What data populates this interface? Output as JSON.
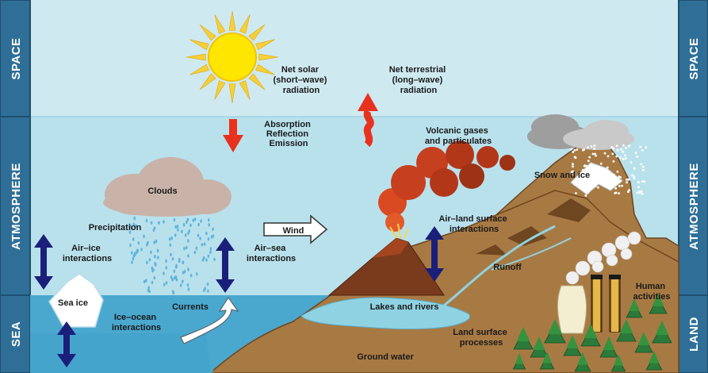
{
  "zones": {
    "left": [
      "SPACE",
      "ATMOSPHERE",
      "SEA"
    ],
    "right": [
      "SPACE",
      "ATMOSPHERE",
      "LAND"
    ]
  },
  "labels": {
    "net_solar": [
      "Net solar",
      "(short–wave)",
      "radiation"
    ],
    "net_terrestrial": [
      "Net terrestrial",
      "(long–wave)",
      "radiation"
    ],
    "absorption": [
      "Absorption",
      "Reflection",
      "Emission"
    ],
    "volcanic": [
      "Volcanic gases",
      "and particulates"
    ],
    "clouds": "Clouds",
    "precipitation": "Precipitation",
    "snow_ice": "Snow and ice",
    "wind": "Wind",
    "air_land": [
      "Air–land surface",
      "interactions"
    ],
    "air_ice": [
      "Air–ice",
      "interactions"
    ],
    "air_sea": [
      "Air–sea",
      "interactions"
    ],
    "runoff": "Runoff",
    "human": [
      "Human",
      "activities"
    ],
    "sea_ice": "Sea ice",
    "currents": "Currents",
    "ice_ocean": [
      "Ice–ocean",
      "interactions"
    ],
    "lakes": "Lakes and rivers",
    "land_surface": [
      "Land surface",
      "processes"
    ],
    "ground_water": "Ground water"
  },
  "colors": {
    "panel": "#2f6f97",
    "panel_edge": "#1f4f6e",
    "space": "#cfe9f1",
    "atmosphere": "#b9e1ec",
    "sea": "#4aa8cf",
    "sea_deep": "#2f8fbc",
    "sun": "#ffe600",
    "ray": "#f6cf3c",
    "red_arrow": "#e8321e",
    "blue_arrow": "#1a1f7a",
    "land": "#a87a43",
    "land_dark": "#6e4620",
    "lake": "#8fd3e2",
    "tree": "#2b7a3a",
    "cloud": "#c9b3a9",
    "smoke": "#f0f0f0",
    "volcano_cloud": "#c63f1e"
  }
}
